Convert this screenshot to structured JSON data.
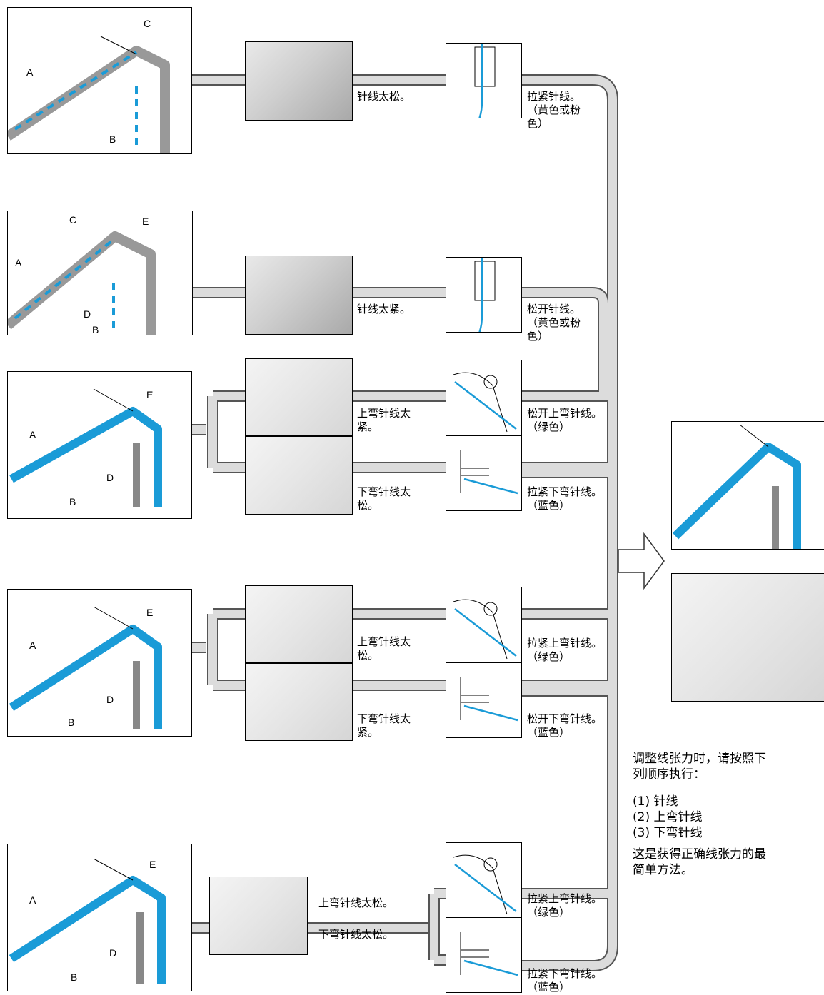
{
  "panels": [
    {
      "id": "p1",
      "letters": [
        "A",
        "B",
        "C"
      ],
      "branches": [
        {
          "problem": "针线太松。",
          "fix": "拉紧针线。\n（黄色或粉\n色）"
        }
      ]
    },
    {
      "id": "p2",
      "letters": [
        "A",
        "B",
        "C",
        "D",
        "E"
      ],
      "branches": [
        {
          "problem": "针线太紧。",
          "fix": "松开针线。\n（黄色或粉\n色）"
        }
      ]
    },
    {
      "id": "p3",
      "letters": [
        "A",
        "B",
        "D",
        "E"
      ],
      "branches": [
        {
          "problem": "上弯针线太\n紧。",
          "fix": "松开上弯针线。\n（绿色）"
        },
        {
          "problem": "下弯针线太\n松。",
          "fix": "拉紧下弯针线。\n（蓝色）"
        }
      ]
    },
    {
      "id": "p4",
      "letters": [
        "A",
        "B",
        "D",
        "E"
      ],
      "branches": [
        {
          "problem": "上弯针线太\n松。",
          "fix": "拉紧上弯针线。\n（绿色）"
        },
        {
          "problem": "下弯针线太\n紧。",
          "fix": "松开下弯针线。\n（蓝色）"
        }
      ]
    },
    {
      "id": "p5",
      "letters": [
        "A",
        "B",
        "D",
        "E"
      ],
      "branches": [
        {
          "problem": "上弯针线太松。",
          "fix": "拉紧上弯针线。\n（绿色）"
        },
        {
          "problem": "下弯针线太松。",
          "fix": "拉紧下弯针线。\n（蓝色）"
        }
      ]
    }
  ],
  "instructions": {
    "intro": "调整线张力时，请按照下\n列顺序执行：",
    "steps": [
      "(1) 针线",
      "(2) 上弯针线",
      "(3) 下弯针线"
    ],
    "outro": "这是获得正确线张力的最\n简单方法。"
  },
  "colors": {
    "thread_blue": "#1a9bd7",
    "pipe_fill": "#dcdcdc",
    "pipe_stroke": "#555555"
  },
  "icons": [
    "needle-thread-icon",
    "upper-looper-icon",
    "lower-looper-icon",
    "right-arrow-icon"
  ]
}
